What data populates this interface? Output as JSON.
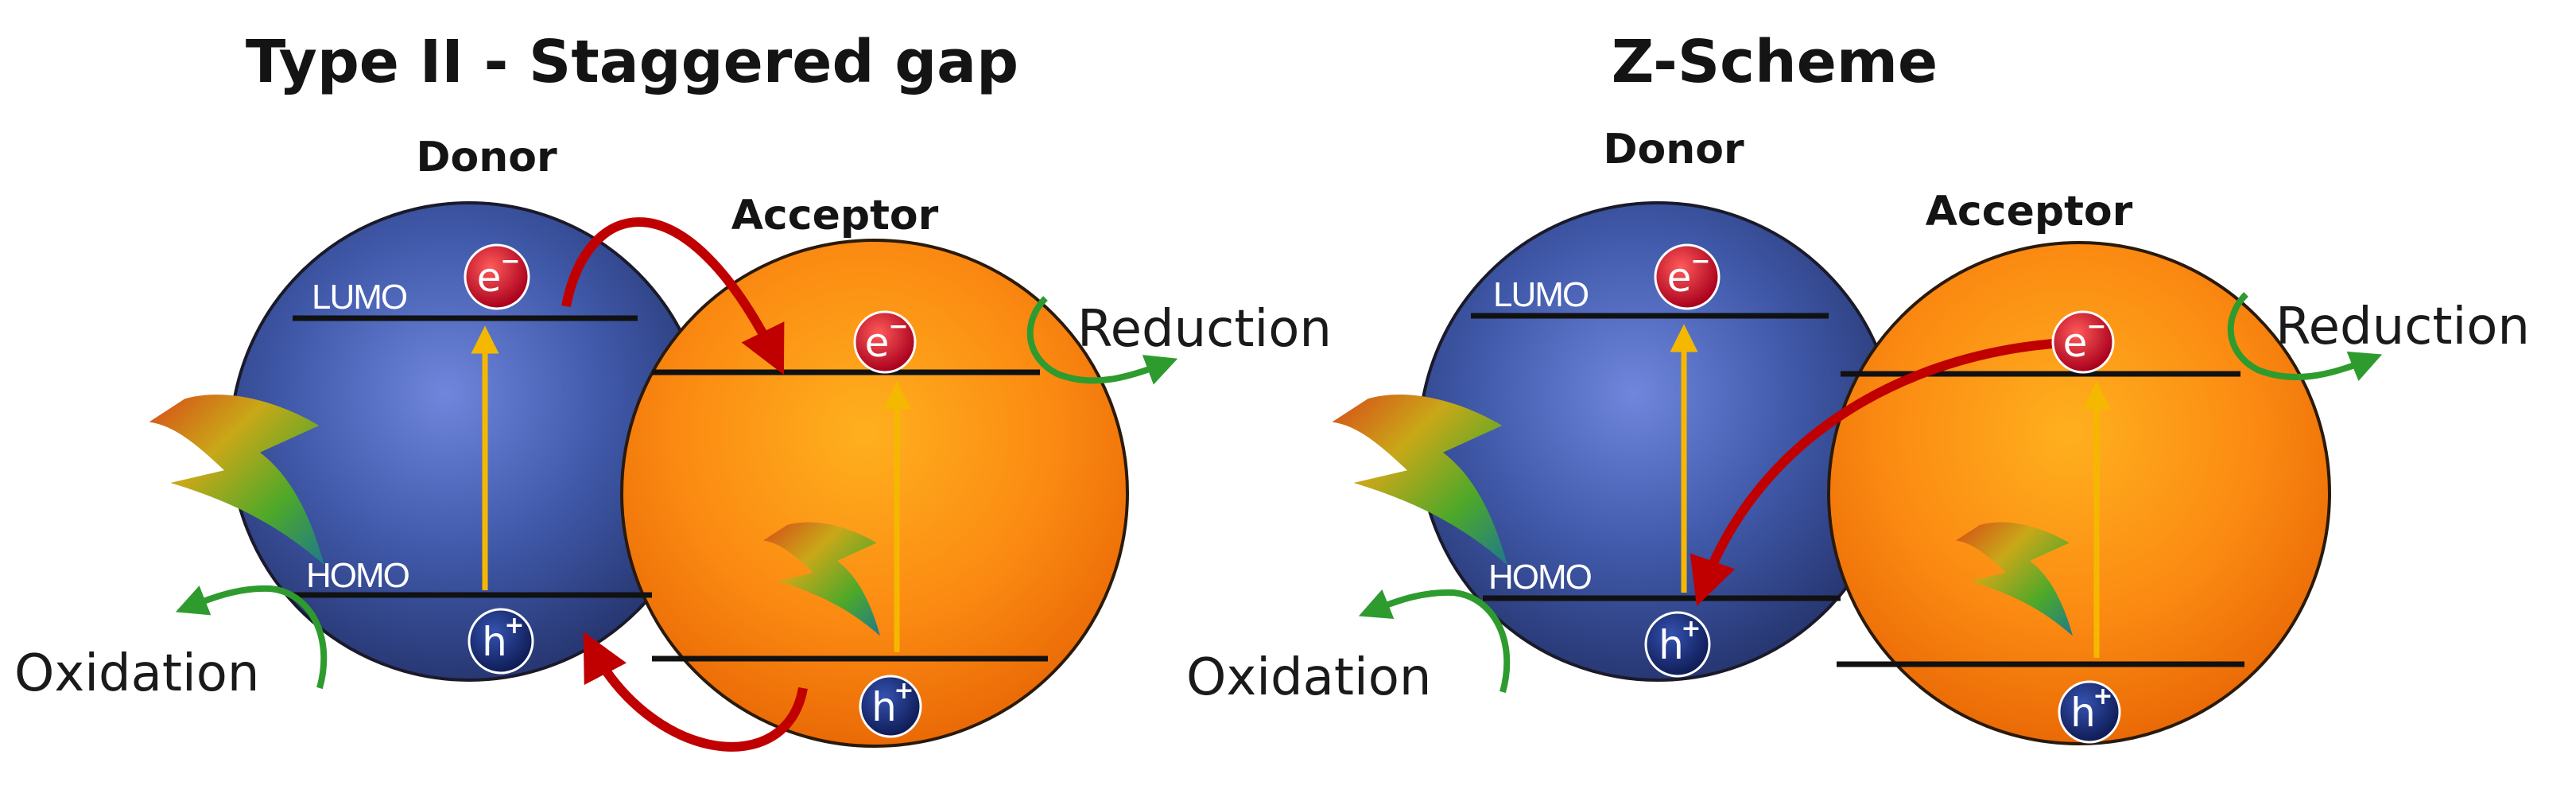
{
  "type_ii": {
    "title": "Type II - Staggered gap",
    "donor_label": "Donor",
    "acceptor_label": "Acceptor",
    "lumo_label": "LUMO",
    "homo_label": "HOMO",
    "reduction_label": "Reduction",
    "oxidation_label": "Oxidation"
  },
  "z_scheme": {
    "title": "Z-Scheme",
    "donor_label": "Donor",
    "acceptor_label": "Acceptor",
    "lumo_label": "LUMO",
    "homo_label": "HOMO",
    "reduction_label": "Reduction",
    "oxidation_label": "Oxidation"
  },
  "carriers": {
    "electron": "e",
    "electron_sign": "−",
    "hole": "h",
    "hole_sign": "+"
  },
  "colors": {
    "donor": "#3a4f9e",
    "acceptor": "#f57c10",
    "electron": "#c8102e",
    "hole": "#1b2a6b",
    "transfer_arrow": "#c00000",
    "excitation_arrow": "#f5b800",
    "redox_arrow": "#2e9b2e"
  }
}
